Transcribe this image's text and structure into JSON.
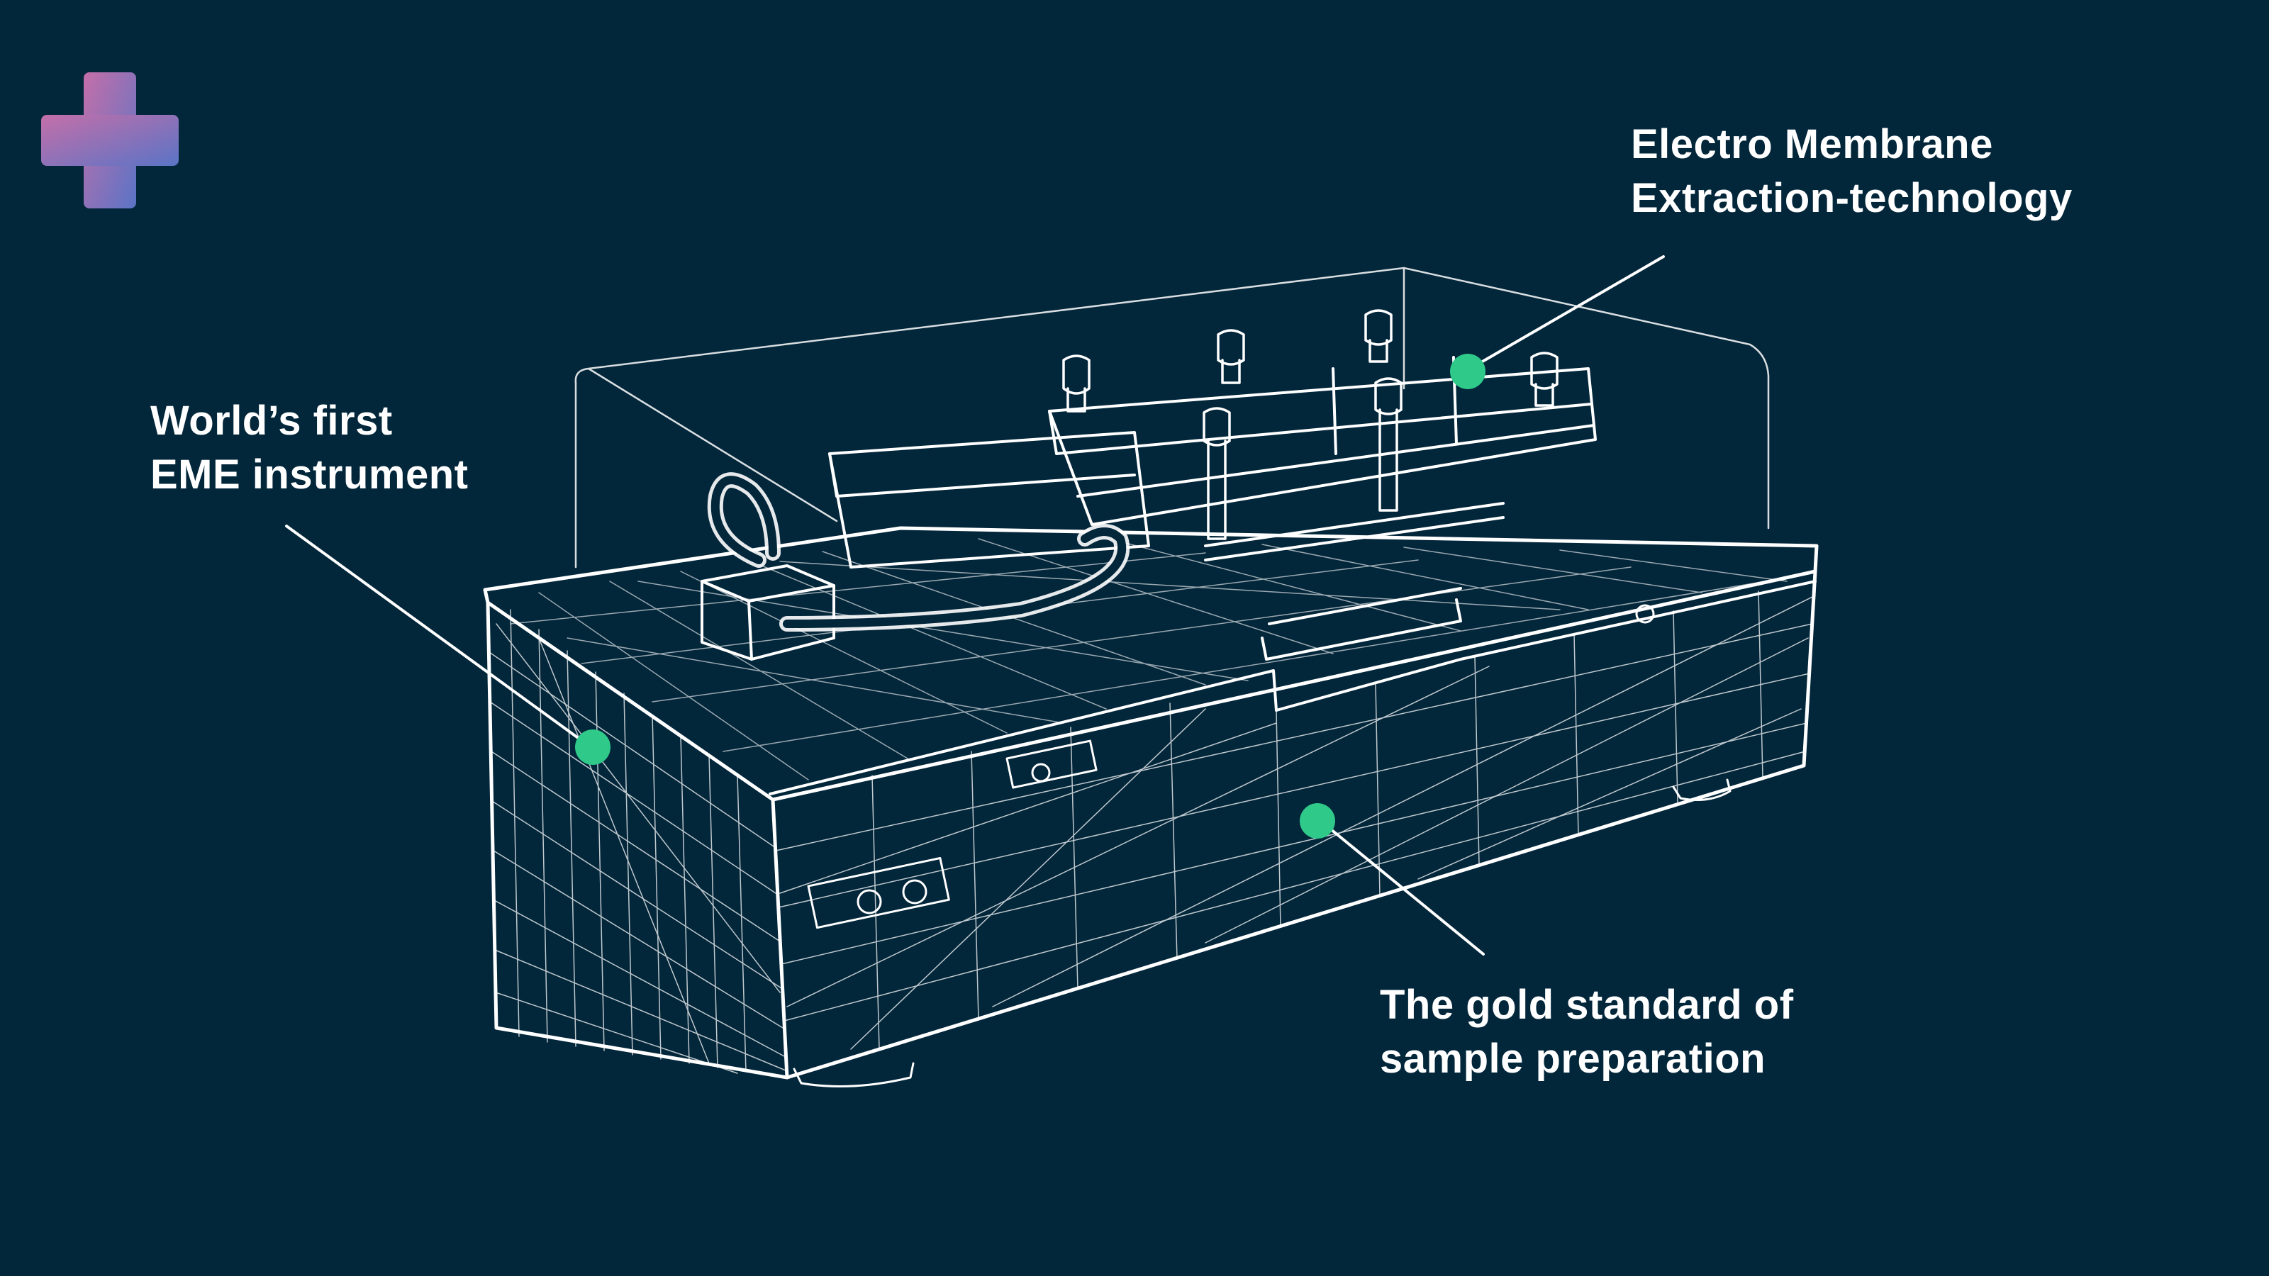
{
  "brand": {
    "logo_icon": "plus-cross-logo",
    "gradient_start": "#c46fa9",
    "gradient_end": "#5a74c6"
  },
  "colors": {
    "background": "#02263a",
    "wireframe": "#ffffff",
    "hotspot": "#2fc98a"
  },
  "callouts": {
    "eme_technology": {
      "line1": "Electro Membrane",
      "line2": "Extraction-technology"
    },
    "first_instrument": {
      "line1": "World’s first",
      "line2": "EME instrument"
    },
    "gold_standard": {
      "line1": "The gold standard of",
      "line2": "sample preparation"
    }
  },
  "illustration": {
    "subject": "instrument-wireframe"
  }
}
